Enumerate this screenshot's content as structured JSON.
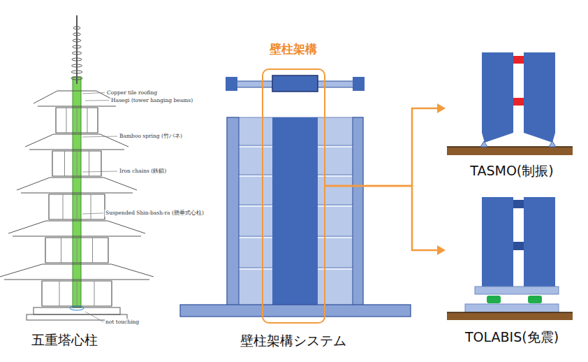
{
  "diagram": {
    "nodes": [
      {
        "text": [
          "壁柱架構"
        ]
      },
      {
        "text": [
          "TASMO(制振)"
        ]
      },
      {
        "text": [
          "TOLABIS(免震)"
        ]
      }
    ],
    "edges": [
      {
        "from": 0,
        "to": 1,
        "arrow": "to"
      },
      {
        "from": 0,
        "to": 2,
        "arrow": "to"
      }
    ],
    "labels": [
      "五重塔心柱",
      "壁柱架構システム",
      "Copper tile roofing",
      "Hasegi (tower hanging beams)",
      "Bamboo spring (竹バネ)",
      "Iron chains (鉄鎖)",
      "Suspended Shin-bash-ra (懸垂式心柱)",
      "not touching"
    ]
  }
}
